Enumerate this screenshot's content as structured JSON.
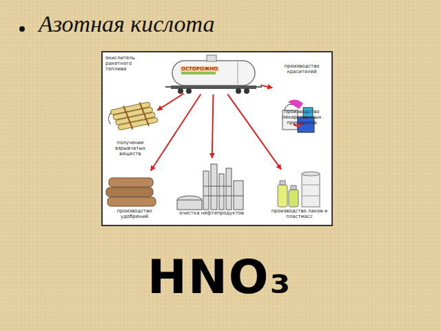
{
  "diagram": {
    "title": "Азотная кислота",
    "nodes": [
      {
        "text": [
          "ОСТОРОЖНО"
        ]
      },
      {
        "text": [
          "получение взрывчатых веществ"
        ]
      },
      {
        "text": [
          "производство удобрений"
        ]
      },
      {
        "text": [
          "очистка нефтепродуктов"
        ]
      },
      {
        "text": [
          "производство лаков и пластмасс"
        ]
      },
      {
        "text": [
          "производство красителей",
          "производство лекарственных препаратов"
        ]
      }
    ],
    "edges": [
      {
        "from": 0,
        "to": 1,
        "arrow": "to"
      },
      {
        "from": 0,
        "to": 2,
        "arrow": "to"
      },
      {
        "from": 0,
        "to": 3,
        "arrow": "to"
      },
      {
        "from": 0,
        "to": 4,
        "arrow": "to"
      },
      {
        "from": 0,
        "to": 5,
        "arrow": "to"
      }
    ],
    "labels": [
      "окислитель ракетного топлива",
      "HNO₃"
    ]
  }
}
